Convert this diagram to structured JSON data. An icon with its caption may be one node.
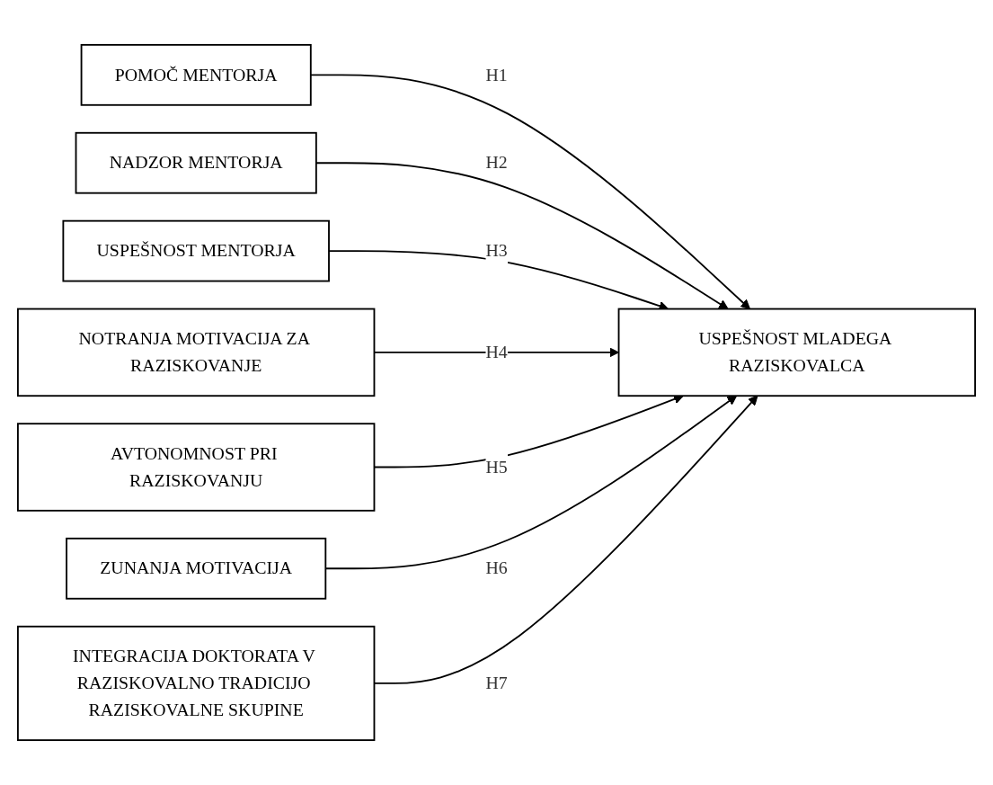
{
  "diagram": {
    "nodes": [
      {
        "text": [
          "POMOČ MENTORJA"
        ]
      },
      {
        "text": [
          "NADZOR MENTORJA"
        ]
      },
      {
        "text": [
          "USPEŠNOST MENTORJA"
        ]
      },
      {
        "text": [
          "NOTRANJA MOTIVACIJA ZA RAZISKOVANJE"
        ]
      },
      {
        "text": [
          "AVTONOMNOST PRI RAZISKOVANJU"
        ]
      },
      {
        "text": [
          "ZUNANJA MOTIVACIJA"
        ]
      },
      {
        "text": [
          "INTEGRACIJA DOKTORATA V RAZISKOVALNO TRADICIJO RAZISKOVALNE SKUPINE"
        ]
      },
      {
        "text": [
          "USPEŠNOST MLADEGA RAZISKOVALCA"
        ]
      }
    ],
    "edges": [
      {
        "from": 0,
        "to": 7,
        "arrow": "to",
        "label": "H1"
      },
      {
        "from": 1,
        "to": 7,
        "arrow": "to",
        "label": "H2"
      },
      {
        "from": 2,
        "to": 7,
        "arrow": "to",
        "label": "H3"
      },
      {
        "from": 3,
        "to": 7,
        "arrow": "to",
        "label": "H4"
      },
      {
        "from": 4,
        "to": 7,
        "arrow": "to",
        "label": "H5"
      },
      {
        "from": 5,
        "to": 7,
        "arrow": "to",
        "label": "H6"
      },
      {
        "from": 6,
        "to": 7,
        "arrow": "to",
        "label": "H7"
      }
    ]
  }
}
